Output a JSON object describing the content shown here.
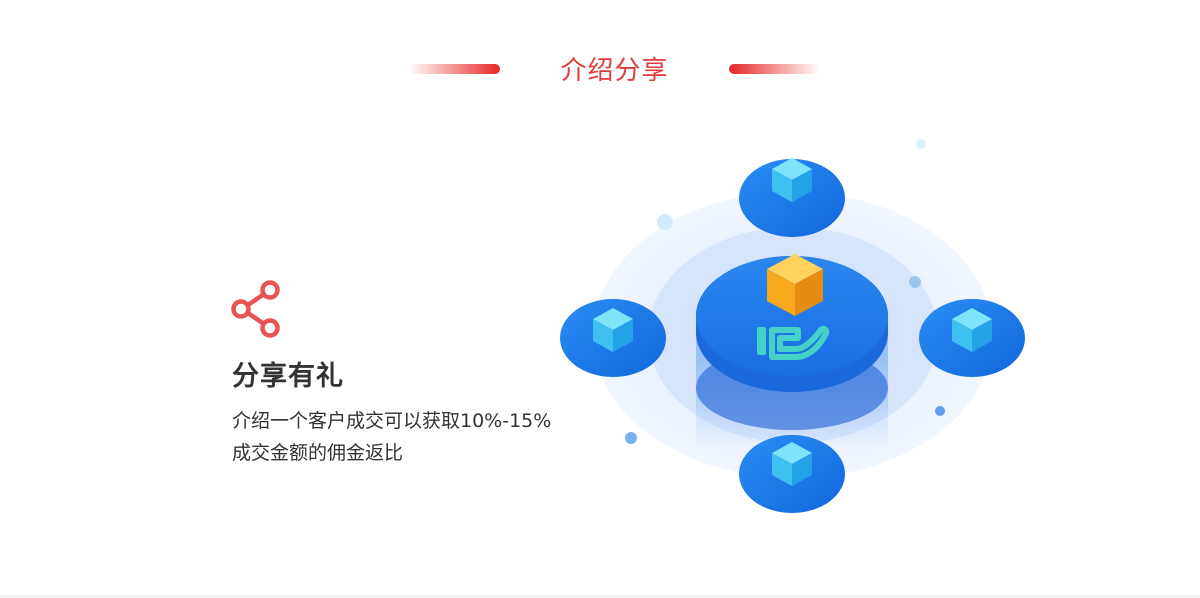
{
  "header": {
    "title": "介绍分享"
  },
  "feature": {
    "icon": "share-icon",
    "title": "分享有礼",
    "description_lines": [
      "介绍一个客户成交可以获取10%-15%",
      "成交金额的佣金返比"
    ]
  },
  "colors": {
    "accent": "#e03c3c",
    "brand_blue": "#1d74e8",
    "cube_orange": "#f5a623",
    "cube_teal": "#3ec1f0"
  },
  "illustration": {
    "name": "commission-platform-illustration",
    "icons": [
      "hand-with-coin-icon",
      "gold-cube-icon",
      "blue-cube-icon"
    ]
  }
}
